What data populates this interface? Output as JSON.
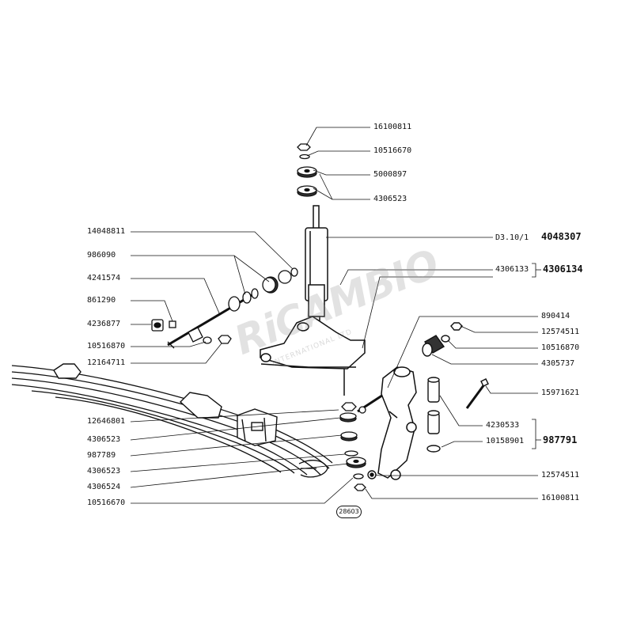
{
  "diagram": {
    "labels": {
      "p16100811_top": "16100811",
      "p10516670_top": "10516670",
      "p5000897": "5000897",
      "p4306523_top": "4306523",
      "p14048811": "14048811",
      "p986090": "986090",
      "p4241574": "4241574",
      "p861290": "861290",
      "p4236877": "4236877",
      "p10516870_left": "10516870",
      "p12164711": "12164711",
      "p12646801": "12646801",
      "p4306523_mid": "4306523",
      "p987789": "987789",
      "p4306523_low": "4306523",
      "p4306524": "4306524",
      "p10516670_bottom": "10516670",
      "ref_d3": "D3.10/1",
      "p4048307": "4048307",
      "p4306133": "4306133",
      "p4306134": "4306134",
      "p890414": "890414",
      "p12574511_top": "12574511",
      "p10516870_right": "10516870",
      "p4305737": "4305737",
      "p15971621": "15971621",
      "p4230533": "4230533",
      "p10158901": "10158901",
      "p987791": "987791",
      "p12574511_bottom": "12574511",
      "p16100811_bottom": "16100811"
    },
    "badge": "28603",
    "watermark_main": "RiCAMBIO",
    "watermark_sub": "INTERNATIONAL LTD"
  }
}
